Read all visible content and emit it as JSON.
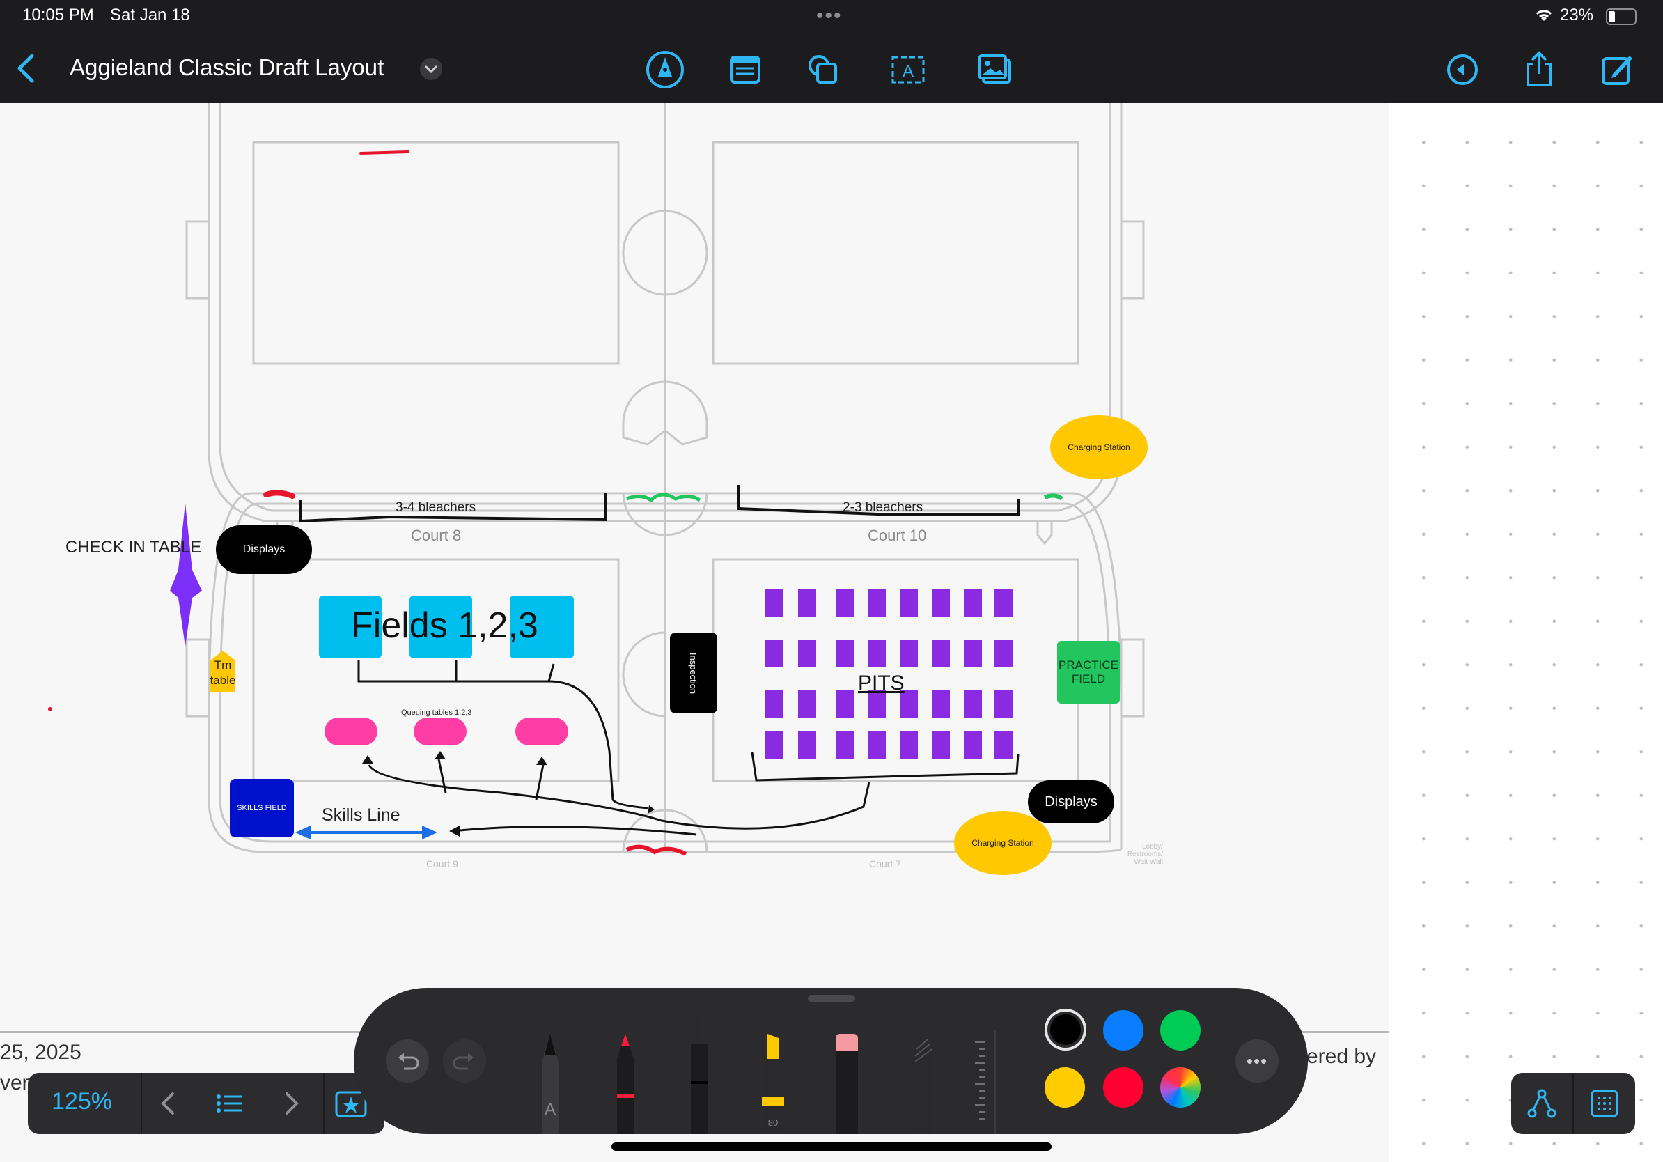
{
  "status": {
    "time": "10:05 PM",
    "date": "Sat Jan 18",
    "battery": "23%"
  },
  "nav": {
    "title": "Aggieland Classic Draft Layout",
    "toolbar_icons": [
      "pen-nib-icon",
      "text-box-icon",
      "shapes-icon",
      "text-insert-icon",
      "media-icon"
    ],
    "right_icons": [
      "undo-history-icon",
      "share-icon",
      "compose-icon"
    ]
  },
  "canvas": {
    "court_top_left": "",
    "court_labels": [
      "Court 8",
      "Court 10",
      "Court 9",
      "Court 7"
    ],
    "faint_label": "Lobby/ Restrooms/ Wait Wall",
    "bleachers_left": "3-4 bleachers",
    "bleachers_right": "2-3 bleachers",
    "check_in": "CHECK IN TABLE",
    "displays_left": "Displays",
    "displays_right": "Displays",
    "fields": "Fields 1,2,3",
    "queuing": "Queuing tables 1,2,3",
    "inspection": "Inspection",
    "pits": "PITS",
    "practice_field": "PRACTICE FIELD",
    "tm_table": "Tm table",
    "skills_field": "SKILLS FIELD",
    "skills_line": "Skills Line",
    "charging_top": "Charging Station",
    "charging_bottom": "Charging Station",
    "doc_fragment_left_1": "25, 2025",
    "doc_fragment_left_2": "ver",
    "doc_fragment_right": "ered by"
  },
  "bottom": {
    "zoom": "125%",
    "highlighter_value": "80",
    "pen_letter": "A",
    "colors": [
      "#000000",
      "#0a7cff",
      "#00cc55",
      "#ffcc00",
      "#ff0033"
    ]
  }
}
